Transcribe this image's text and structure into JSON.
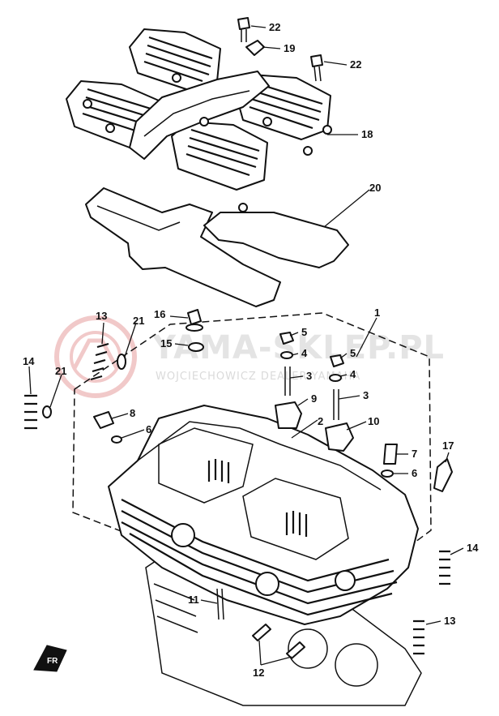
{
  "watermark": {
    "title": "YAMA-SKLEP.PL",
    "subtitle": "WOJCIECHOWICZ DEALER YAMAHA"
  },
  "direction_marker": "FR",
  "callouts": {
    "c1": "1",
    "c2": "2",
    "c3a": "3",
    "c3b": "3",
    "c4a": "4",
    "c4b": "4",
    "c5a": "5",
    "c5b": "5",
    "c6a": "6",
    "c6b": "6",
    "c7": "7",
    "c8": "8",
    "c9": "9",
    "c10": "10",
    "c11": "11",
    "c12": "12",
    "c13a": "13",
    "c13b": "13",
    "c14a": "14",
    "c14b": "14",
    "c15": "15",
    "c16": "16",
    "c17": "17",
    "c18": "18",
    "c19": "19",
    "c20": "20",
    "c21a": "21",
    "c21b": "21",
    "c22a": "22",
    "c22b": "22"
  }
}
